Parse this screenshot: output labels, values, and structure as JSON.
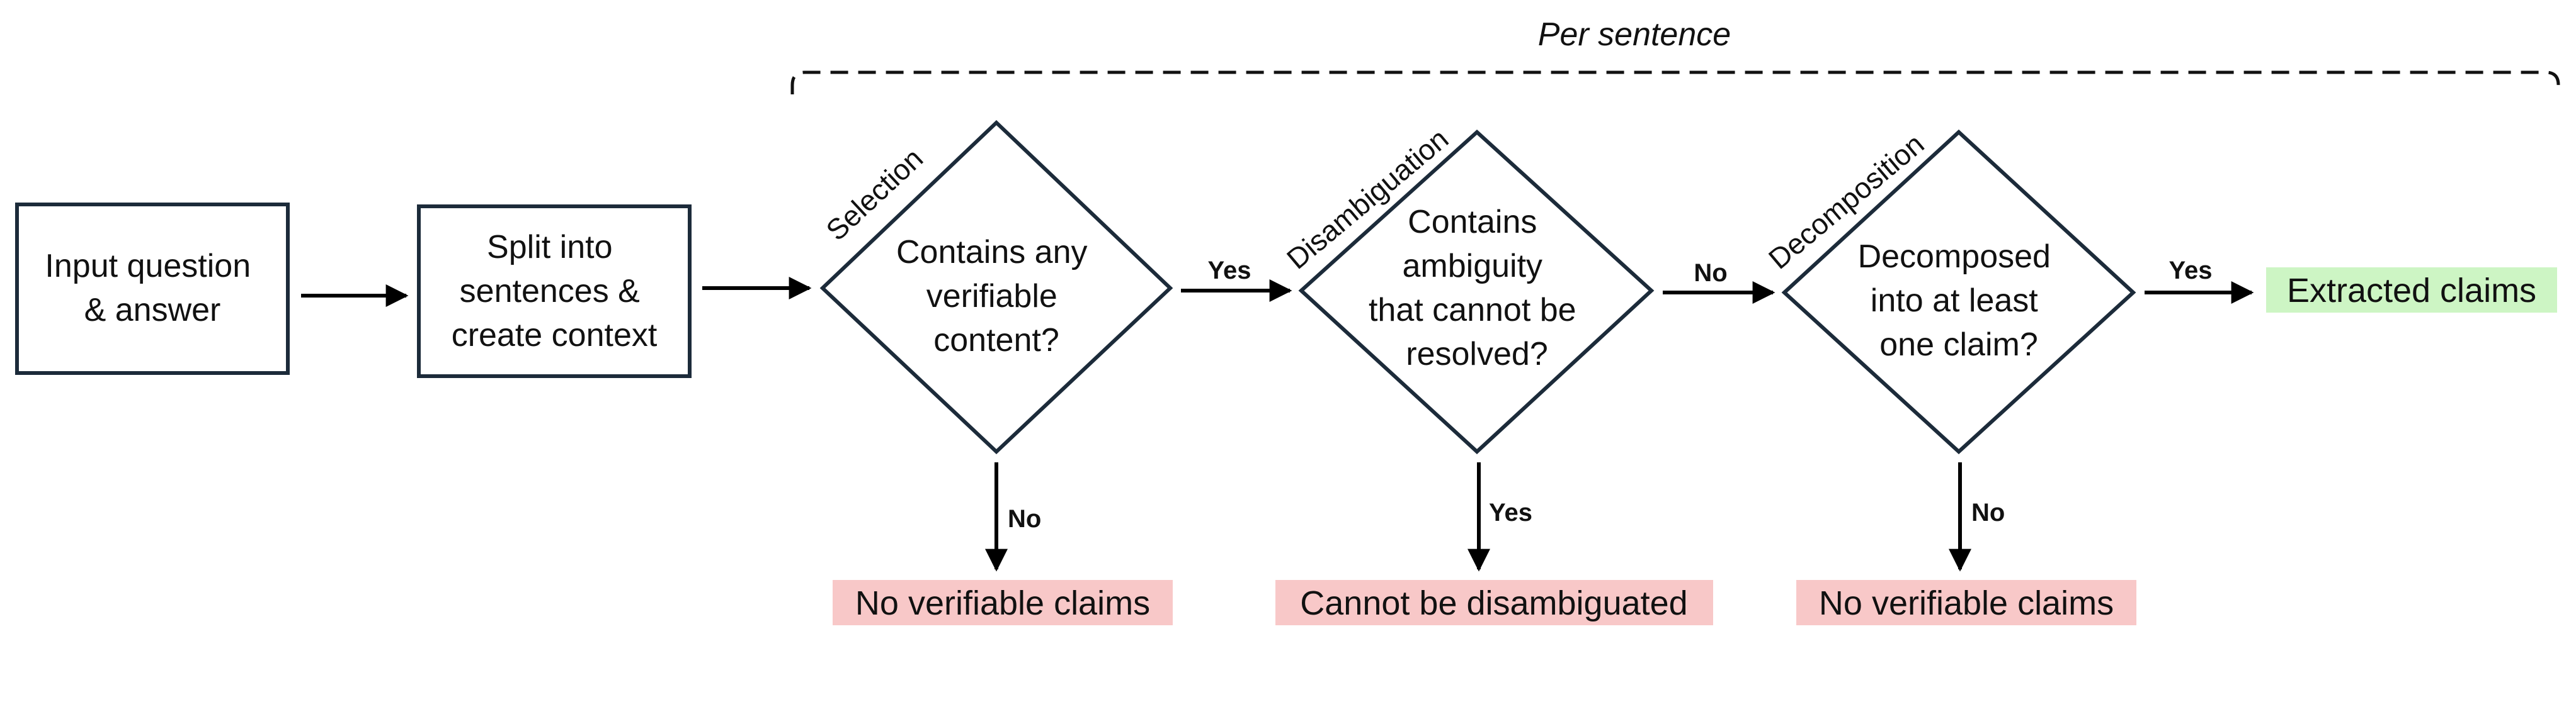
{
  "diagram": {
    "group_label": "Per sentence",
    "nodes": {
      "input": {
        "lines": [
          "Input question",
          "& answer"
        ]
      },
      "split": {
        "lines": [
          "Split into",
          "sentences &",
          "create context"
        ]
      },
      "selection": {
        "stage": "Selection",
        "lines": [
          "Contains any",
          "verifiable",
          "content?"
        ]
      },
      "disambiguation": {
        "stage": "Disambiguation",
        "lines": [
          "Contains",
          "ambiguity",
          "that cannot be",
          "resolved?"
        ]
      },
      "decomposition": {
        "stage": "Decomposition",
        "lines": [
          "Decomposed",
          "into at least",
          "one claim?"
        ]
      },
      "extracted": {
        "text": "Extracted claims"
      },
      "no_claims_1": {
        "text": "No verifiable claims"
      },
      "cannot_disambiguate": {
        "text": "Cannot be disambiguated"
      },
      "no_claims_2": {
        "text": "No verifiable claims"
      }
    },
    "edges": {
      "selection_yes": "Yes",
      "selection_no": "No",
      "disambiguation_no": "No",
      "disambiguation_yes": "Yes",
      "decomposition_yes": "Yes",
      "decomposition_no": "No"
    },
    "colors": {
      "outline": "#1c2b3a",
      "success_fill": "#cdf5c4",
      "failure_fill": "#f8c8c8"
    }
  }
}
